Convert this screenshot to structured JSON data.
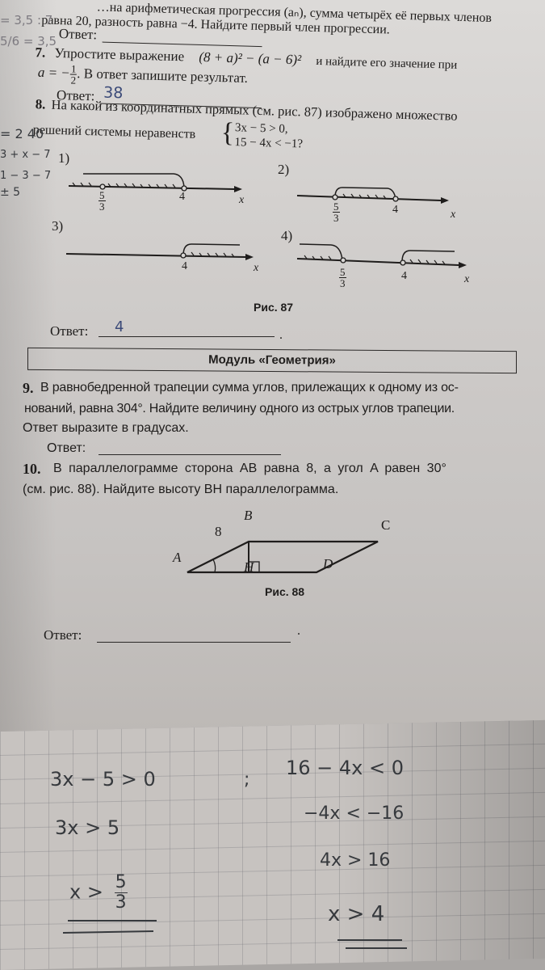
{
  "page": {
    "task6": {
      "line1": "…на арифметическая прогрессия (aₙ), сумма четырёх её первых членов",
      "line2": "равна 20, разность равна −4. Найдите первый член прогрессии.",
      "answer_label": "Ответ:",
      "answer_value": ""
    },
    "task7": {
      "number": "7.",
      "line1": "Упростите выражение",
      "expression": "(8 + a)² − (a − 6)²",
      "line1_tail": "и найдите его значение при",
      "line2_prefix": "a = −",
      "frac_num": "1",
      "frac_den": "2",
      "line2_tail": ". В ответ запишите результат.",
      "answer_label": "Ответ:",
      "answer_value": "38"
    },
    "task8": {
      "number": "8.",
      "line1": "На какой из координатных прямых (см. рис. 87) изображено множество",
      "line2": "решений системы неравенств",
      "ineq1": "3x − 5 > 0,",
      "ineq2": "15 − 4x < −1?",
      "figure_caption": "Рис. 87",
      "options": [
        {
          "label": "1)",
          "point_a": "5/3",
          "point_b": "4",
          "axis": "x"
        },
        {
          "label": "2)",
          "point_a": "5/3",
          "point_b": "4",
          "axis": "x"
        },
        {
          "label": "3)",
          "point_b": "4",
          "axis": "x"
        },
        {
          "label": "4)",
          "point_a": "5/3",
          "point_b": "4",
          "axis": "x"
        }
      ],
      "frac_num": "5",
      "frac_den": "3",
      "answer_label": "Ответ:",
      "answer_value": "4"
    },
    "module": {
      "title": "Модуль «Геометрия»"
    },
    "task9": {
      "number": "9.",
      "line1": "В равнобедренной трапеции сумма углов, прилежащих к одному из ос-",
      "line2": "нований, равна 304°. Найдите величину одного из острых углов трапеции.",
      "line3": "Ответ выразите в градусах.",
      "answer_label": "Ответ:",
      "answer_value": ""
    },
    "task10": {
      "number": "10.",
      "line1": "В параллелограмме сторона AB равна 8, а угол A равен 30°",
      "line2": "(см. рис. 88). Найдите высоту BH параллелограмма.",
      "figure": {
        "A": "A",
        "B": "B",
        "C": "C",
        "D": "D",
        "H": "H",
        "side_label": "8"
      },
      "figure_caption": "Рис. 88",
      "answer_label": "Ответ:",
      "answer_value": ""
    }
  },
  "margin_notes": {
    "n1": "= 3,5 : 7",
    "n2": "5/6 = 3,5",
    "n3": "= 2 40",
    "n4": "3 + x − 7",
    "n5": "1 − 3 − 7",
    "n6": "± 5"
  },
  "notebook": {
    "left": {
      "line1": "3x − 5 > 0",
      "line2": "3x > 5",
      "line3_prefix": "x >",
      "frac_num": "5",
      "frac_den": "3"
    },
    "separator": ";",
    "right": {
      "line1": "16 − 4x < 0",
      "line2": "−4x < −16",
      "line3": "4x > 16",
      "line4": "x > 4"
    }
  }
}
